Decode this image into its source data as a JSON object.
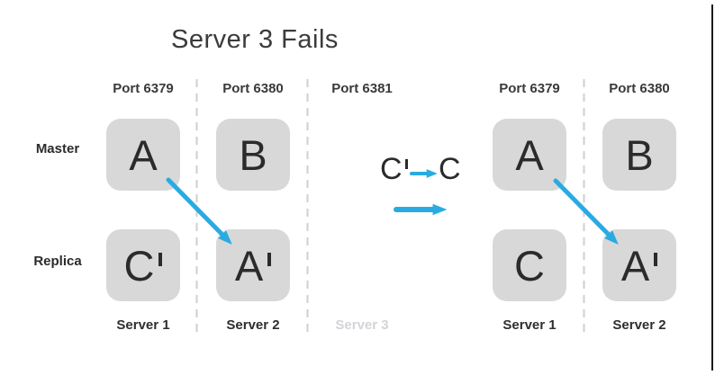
{
  "title": "Server 3 Fails",
  "row_labels": {
    "master": "Master",
    "replica": "Replica"
  },
  "left_cluster": {
    "columns": [
      {
        "port": "Port 6379",
        "server": "Server 1",
        "muted": false
      },
      {
        "port": "Port 6380",
        "server": "Server 2",
        "muted": false
      },
      {
        "port": "Port 6381",
        "server": "Server 3",
        "muted": true
      }
    ],
    "nodes": {
      "master": [
        {
          "letter": "A",
          "prime": false
        },
        {
          "letter": "B",
          "prime": false
        }
      ],
      "replica": [
        {
          "letter": "C",
          "prime": true
        },
        {
          "letter": "A",
          "prime": true
        }
      ]
    }
  },
  "transition": {
    "from": {
      "letter": "C",
      "prime": true
    },
    "to": {
      "letter": "C",
      "prime": false
    }
  },
  "right_cluster": {
    "columns": [
      {
        "port": "Port 6379",
        "server": "Server 1",
        "muted": false
      },
      {
        "port": "Port 6380",
        "server": "Server 2",
        "muted": false
      }
    ],
    "nodes": {
      "master": [
        {
          "letter": "A",
          "prime": false
        },
        {
          "letter": "B",
          "prime": false
        }
      ],
      "replica": [
        {
          "letter": "C",
          "prime": false
        },
        {
          "letter": "A",
          "prime": true
        }
      ]
    }
  },
  "colors": {
    "arrow_blue": "#29abe2",
    "box_fill": "#d8d8d8",
    "letter_color": "#2b2b2b",
    "label_color": "#3a3a3a",
    "title_color": "#3b3b3b",
    "muted_label": "#d2d4d8",
    "dashed_line": "#cfcfcf",
    "edge_line": "#1a1a1a"
  }
}
